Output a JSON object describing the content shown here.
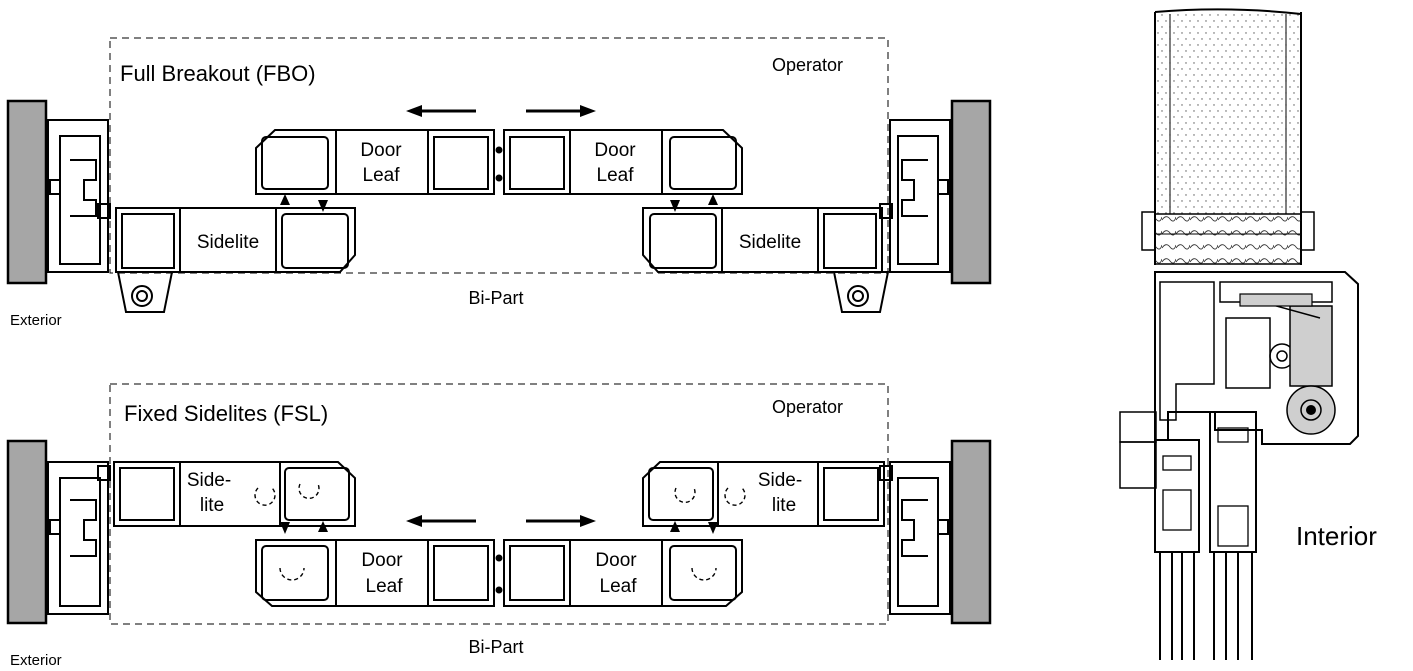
{
  "top": {
    "title": "Full Breakout (FBO)",
    "operator": "Operator",
    "left_leaf": [
      "Door",
      "Leaf"
    ],
    "right_leaf": [
      "Door",
      "Leaf"
    ],
    "left_sidelite": "Sidelite",
    "right_sidelite": "Sidelite",
    "bipart": "Bi-Part",
    "exterior": "Exterior"
  },
  "bottom": {
    "title": "Fixed Sidelites (FSL)",
    "operator": "Operator",
    "left_sidelite": [
      "Side-",
      "lite"
    ],
    "right_sidelite": [
      "Side-",
      "lite"
    ],
    "left_leaf": [
      "Door",
      "Leaf"
    ],
    "right_leaf": [
      "Door",
      "Leaf"
    ],
    "bipart": "Bi-Part",
    "exterior": "Exterior"
  },
  "section": {
    "interior": "Interior"
  }
}
